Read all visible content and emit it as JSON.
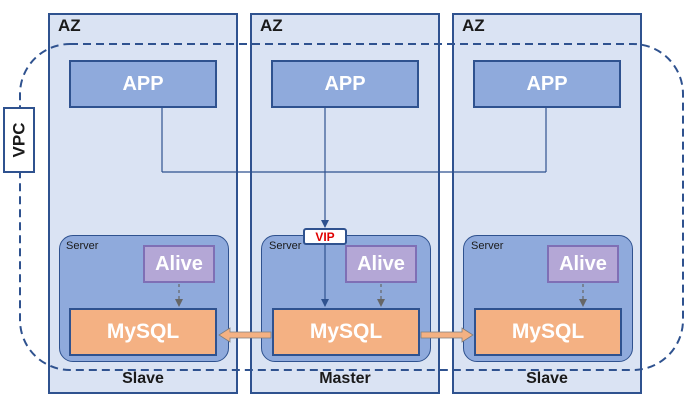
{
  "vpc_label": "VPC",
  "zones": [
    {
      "az_label": "AZ",
      "role": "Slave",
      "app_label": "APP",
      "server_label": "Server",
      "alive_label": "Alive",
      "mysql_label": "MySQL"
    },
    {
      "az_label": "AZ",
      "role": "Master",
      "app_label": "APP",
      "server_label": "Server",
      "alive_label": "Alive",
      "mysql_label": "MySQL",
      "vip_label": "VIP"
    },
    {
      "az_label": "AZ",
      "role": "Slave",
      "app_label": "APP",
      "server_label": "Server",
      "alive_label": "Alive",
      "mysql_label": "MySQL"
    }
  ],
  "colors": {
    "az_fill": "#dae3f3",
    "az_border": "#2f528f",
    "app_fill": "#8faadc",
    "server_fill": "#8faadc",
    "alive_fill": "#b4a7d6",
    "mysql_fill": "#f4b183",
    "replication_arrow": "#f4b183",
    "vip_text": "#e00000"
  }
}
